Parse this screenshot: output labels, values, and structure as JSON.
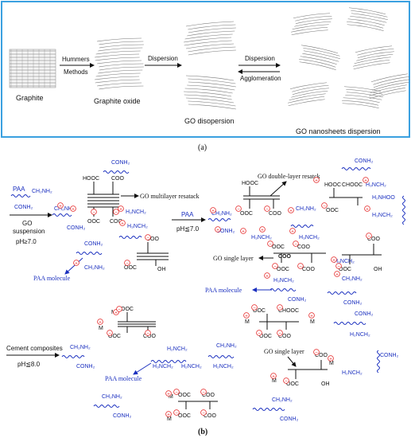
{
  "panel_a": {
    "caption": "(a)",
    "frame_color": "#3aa0e0",
    "graphite_label": "Graphite",
    "method_label_1": "Hummers",
    "method_label_2": "Methods",
    "graphite_oxide_label": "Graphite oxide",
    "dispersion_label": "Dispersion",
    "dispersion_label_2": "Dispersion",
    "agglomeration_label": "Agglomeration",
    "go_dispersion_label": "GO disopersion",
    "nanosheets_label": "GO nanosheets dispersion"
  },
  "panel_b1": {
    "paa_label": "PAA",
    "go_suspension_label_1": "GO",
    "go_suspension_label_2": "suspension",
    "ph_label": "pH≥7.0",
    "multilayer_label": "GO multilayer resatack",
    "paa_molecule_label": "PAA molecule",
    "paa_arrow_label": "PAA",
    "ph_arrow_label": "pH≦7.0",
    "double_layer_label": "GO double-layer resatck",
    "single_layer_label": "GO single layer",
    "paa_molecule_label_2": "PAA molecule"
  },
  "panel_b2": {
    "cement_label": "Cement composites",
    "ph_label": "pH≦8.0",
    "paa_molecule_label": "PAA molecule",
    "single_layer_label": "GO single layer",
    "caption": "(b)"
  },
  "chem": {
    "conh2": "CONH₂",
    "ch2nh2": "CH₂NH₂",
    "h3nch2": "H₃NCH₂",
    "h2nch2": "H₂NCH₂",
    "hooc": "HOOC",
    "ooc": "OOC",
    "coo": "COO",
    "chooc": "CHOOC",
    "oh": "OH",
    "m": "M",
    "h2nhoo": "H₂NHOO",
    "plus": "+",
    "minus": "−"
  },
  "colors": {
    "chem_blue": "#1a2fbf",
    "charge_red": "#e52a2a"
  }
}
